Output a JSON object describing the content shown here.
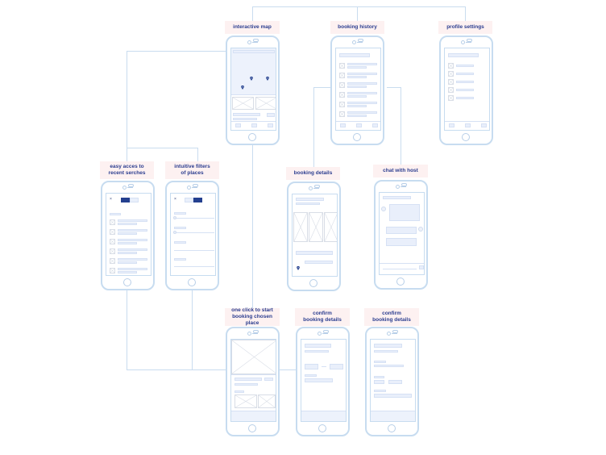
{
  "screens": {
    "interactive_map": {
      "label": "interactive map"
    },
    "booking_history": {
      "label": "booking history"
    },
    "profile_settings": {
      "label": "profile settings"
    },
    "recent_searches": {
      "label_line1": "easy acces to",
      "label_line2": "recent serches"
    },
    "filters": {
      "label_line1": "intuitive filters",
      "label_line2": "of places"
    },
    "booking_details": {
      "label": "booking details"
    },
    "chat_with_host": {
      "label": "chat with host"
    },
    "one_click_booking": {
      "label_line1": "one click to start",
      "label_line2": "booking chosen place"
    },
    "confirm_booking_1": {
      "label_line1": "confirm",
      "label_line2": "booking details"
    },
    "confirm_booking_2": {
      "label_line1": "confirm",
      "label_line2": "booking details"
    }
  },
  "colors": {
    "accent": "#24408f",
    "label_bg": "#fdf1f1",
    "frame": "#c7dcf0",
    "placeholder": "#e9effb"
  }
}
